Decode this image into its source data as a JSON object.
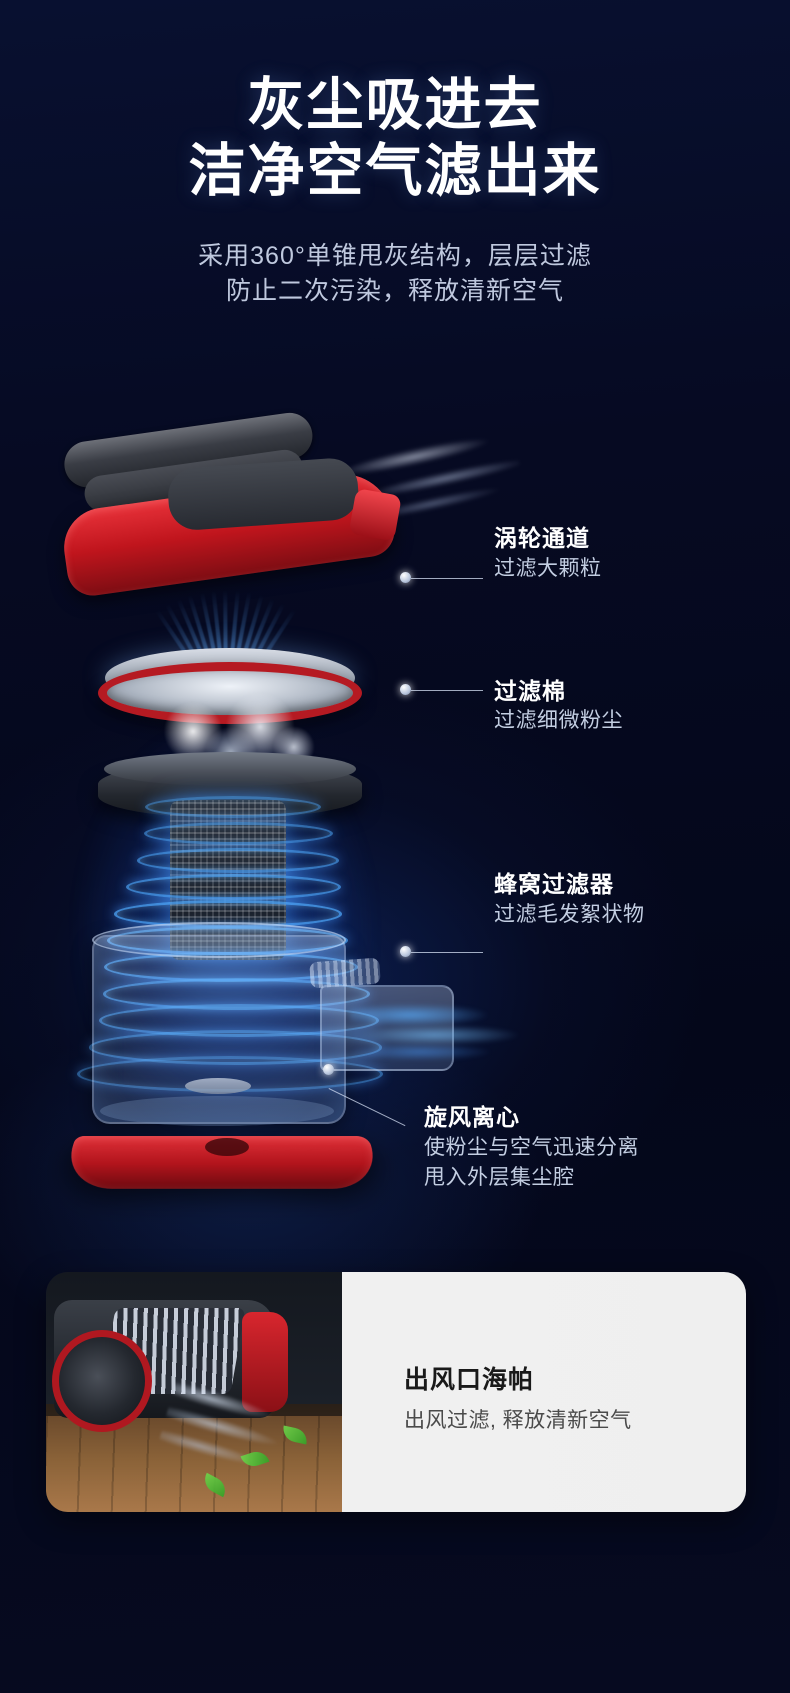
{
  "header": {
    "title_line1": "灰尘吸进去",
    "title_line2": "洁净空气滤出来",
    "subtitle_line1": "采用360°单锥甩灰结构，层层过滤",
    "subtitle_line2": "防止二次污染，释放清新空气"
  },
  "callouts": [
    {
      "title": "涡轮通道",
      "desc_line1": "过滤大颗粒",
      "desc_line2": "",
      "desc_line3": ""
    },
    {
      "title": "过滤棉",
      "desc_line1": "过滤细微粉尘",
      "desc_line2": "",
      "desc_line3": ""
    },
    {
      "title": "蜂窝过滤器",
      "desc_line1": "过滤毛发絮状物",
      "desc_line2": "",
      "desc_line3": ""
    },
    {
      "title": "旋风离心",
      "desc_line1": "使粉尘与空气迅速分离",
      "desc_line2": "甩入外层集尘腔",
      "desc_line3": ""
    }
  ],
  "bottom_card": {
    "title": "出风口海帕",
    "desc": "出风过滤, 释放清新空气"
  },
  "colors": {
    "background": "#060a1e",
    "accent_red": "#c0151d",
    "accent_blue": "#4aa0ff",
    "text_primary": "#ffffff",
    "text_secondary": "#c3cee2",
    "card_background": "#efefef"
  }
}
